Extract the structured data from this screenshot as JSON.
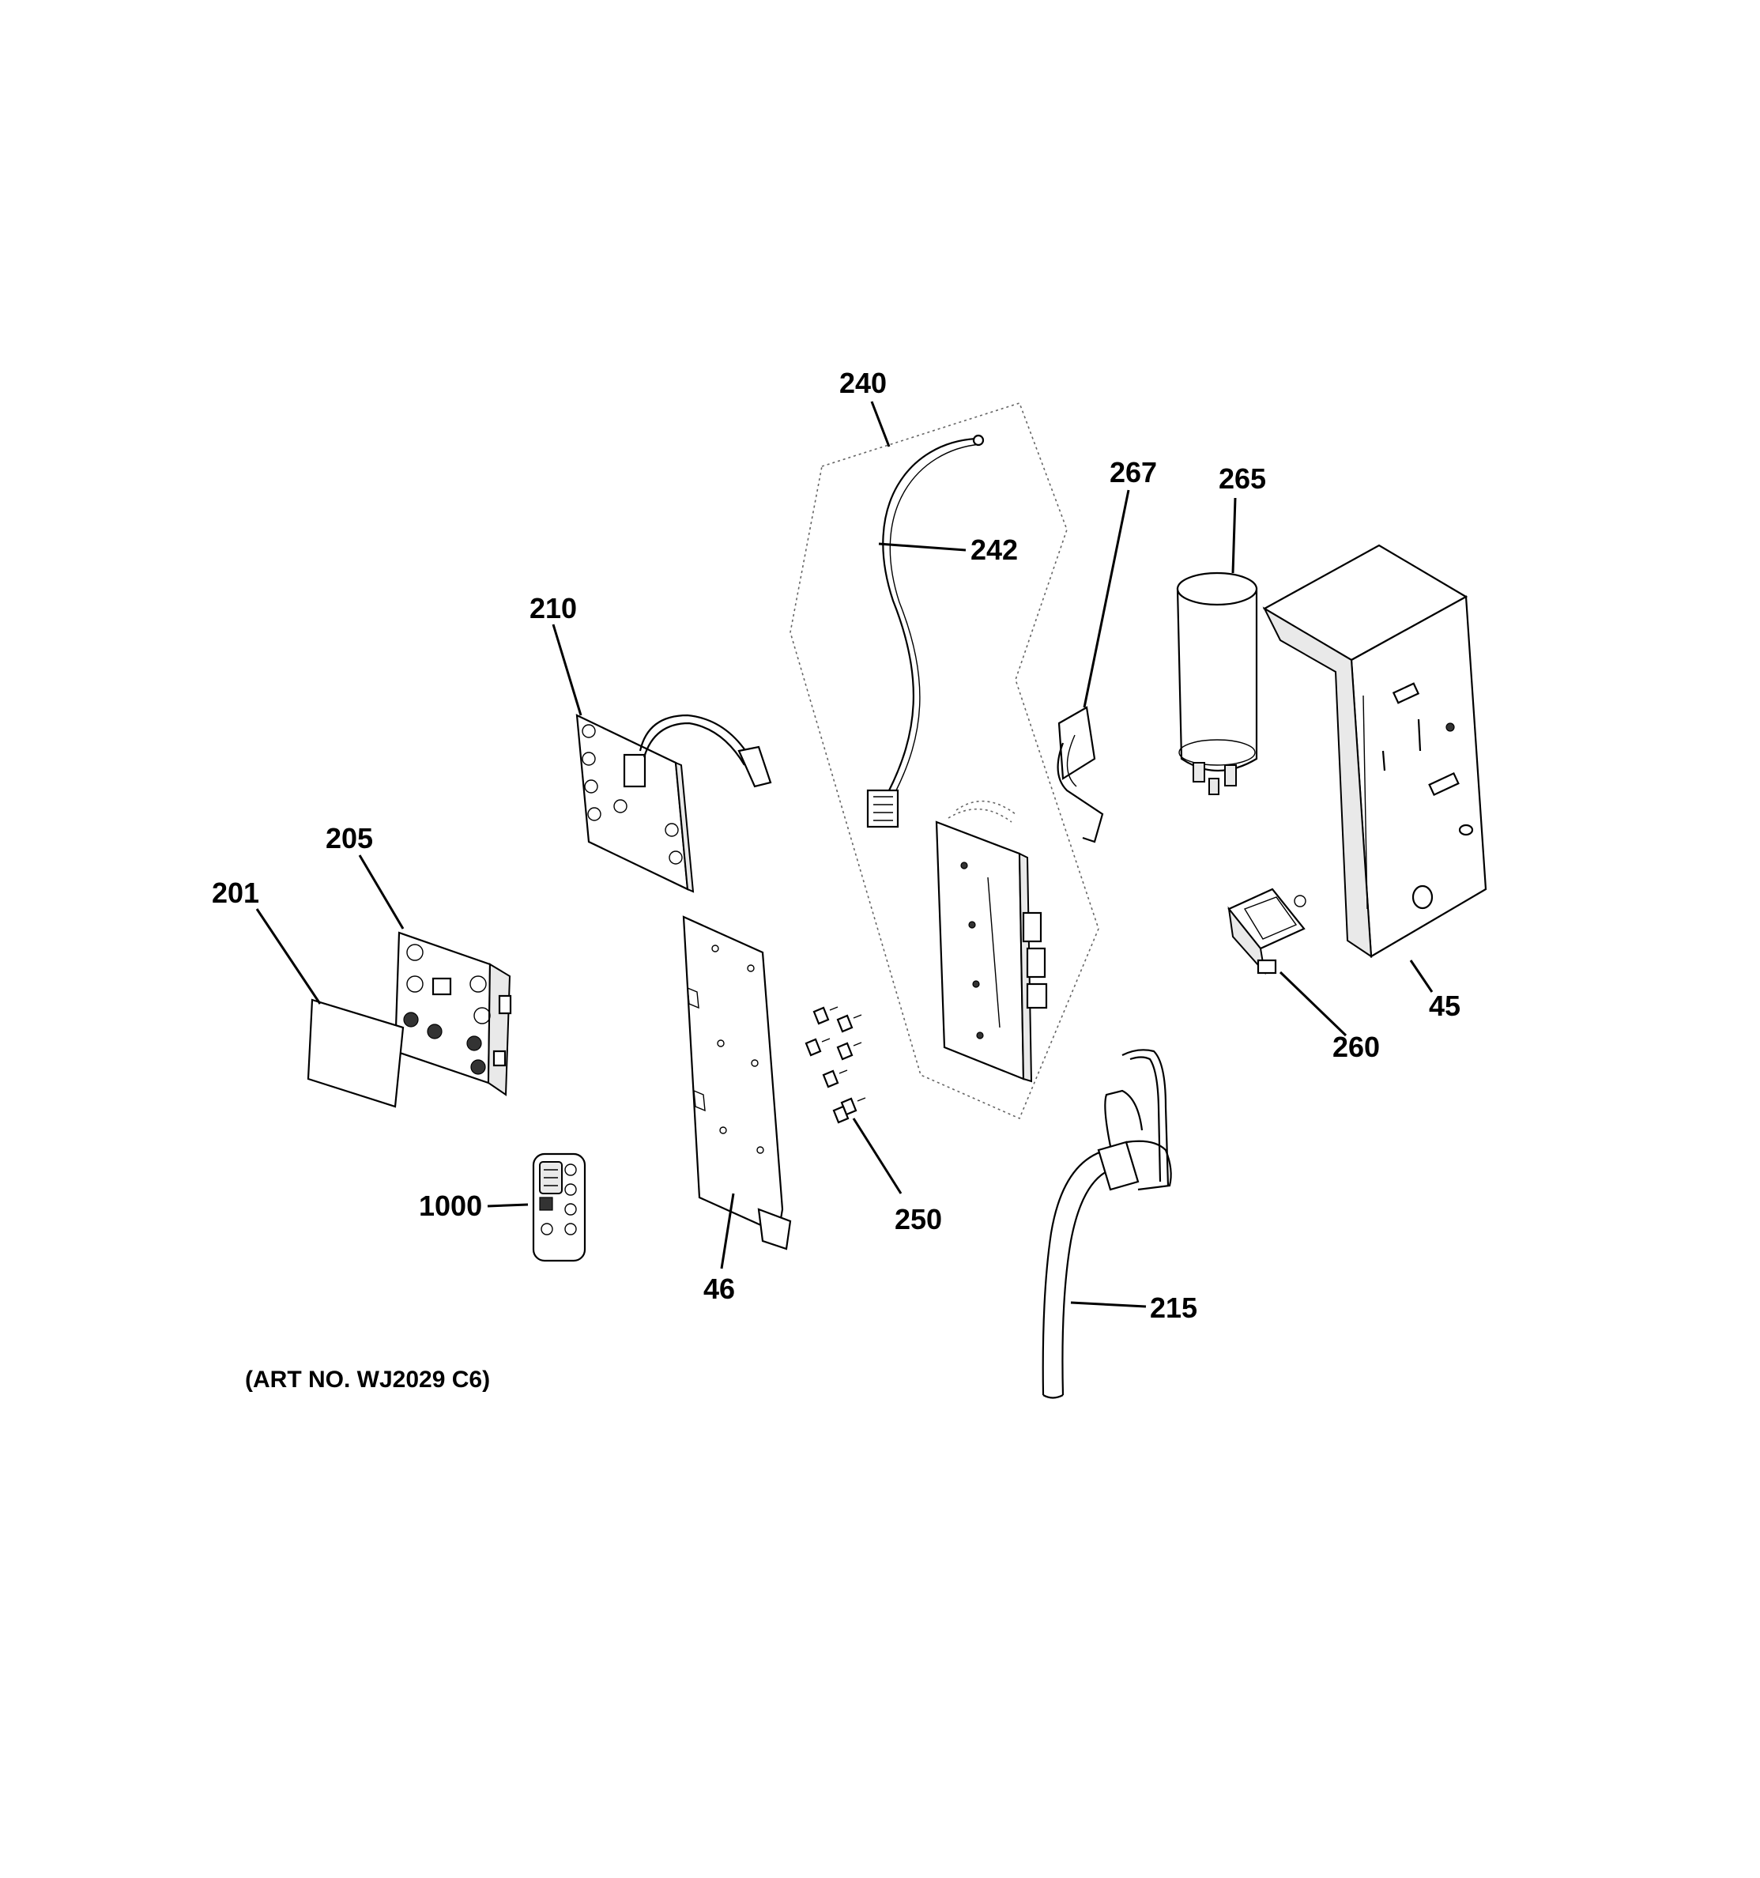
{
  "diagram": {
    "parts": [
      {
        "id": "p240",
        "label": "240"
      },
      {
        "id": "p242",
        "label": "242"
      },
      {
        "id": "p267",
        "label": "267"
      },
      {
        "id": "p265",
        "label": "265"
      },
      {
        "id": "p210",
        "label": "210"
      },
      {
        "id": "p205",
        "label": "205"
      },
      {
        "id": "p201",
        "label": "201"
      },
      {
        "id": "p45",
        "label": "45"
      },
      {
        "id": "p260",
        "label": "260"
      },
      {
        "id": "p250",
        "label": "250"
      },
      {
        "id": "p1000",
        "label": "1000"
      },
      {
        "id": "p46",
        "label": "46"
      },
      {
        "id": "p215",
        "label": "215"
      }
    ],
    "art_number": "(ART NO. WJ2029 C6)"
  }
}
